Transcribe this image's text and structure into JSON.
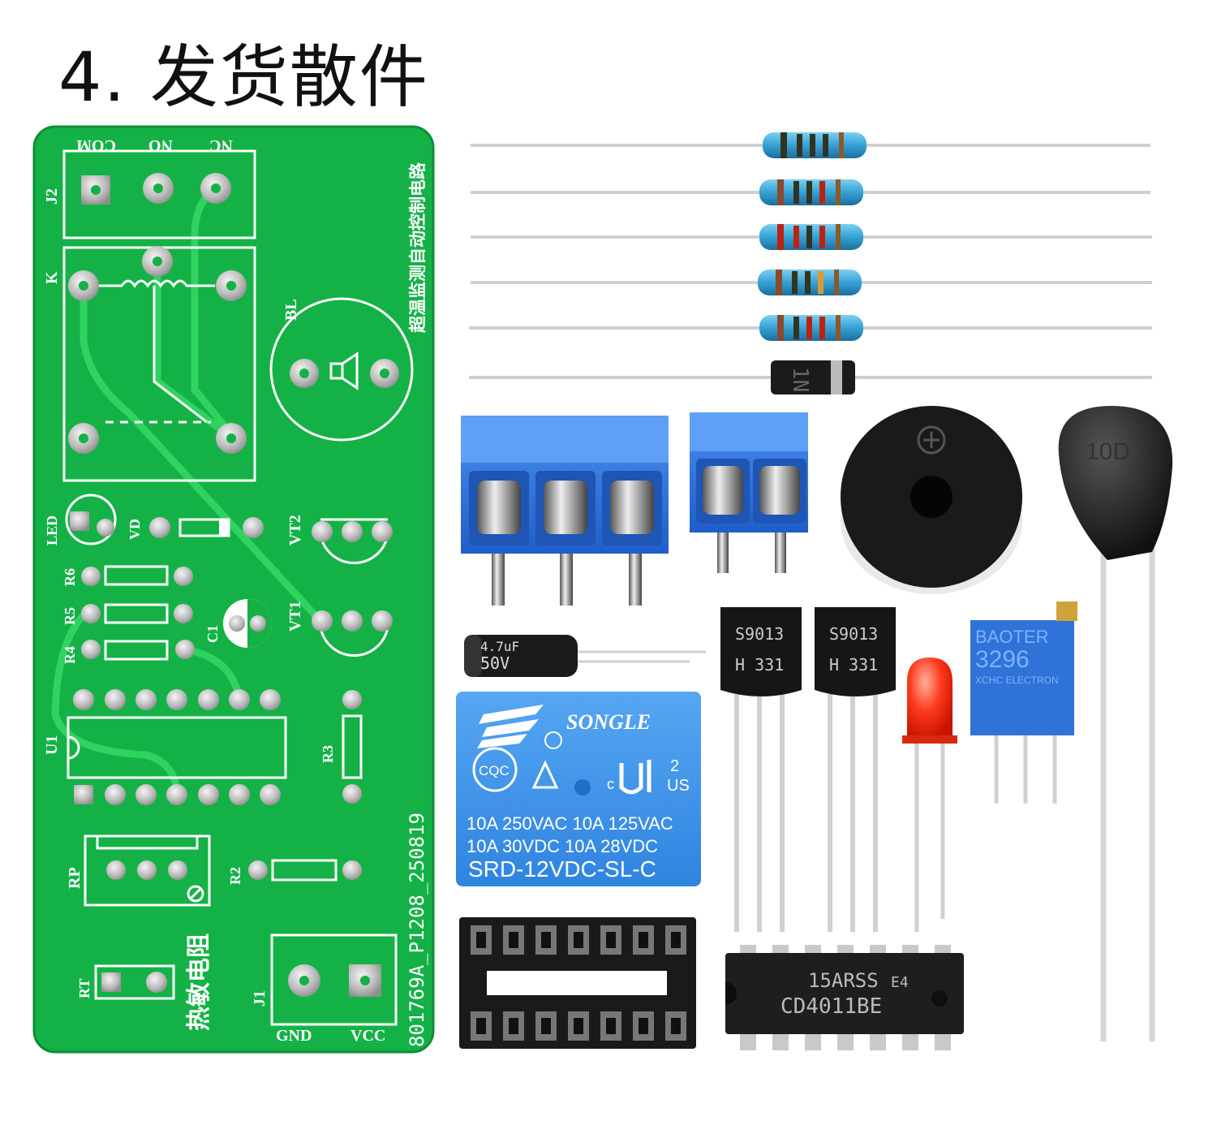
{
  "title": "4. 发货散件",
  "colors": {
    "pcb": "#14b246",
    "pcb_edge": "#0b8f33",
    "trace": "#2fd360",
    "silk": "#ffffff",
    "pad": "#c9c9c9",
    "terminal_blue": "#2f6fd8",
    "relay_blue": "#3b8fe6",
    "resistor_body": "#3aa6d8",
    "led_red": "#ff3a1e"
  },
  "pcb": {
    "j2_pins": [
      "COM",
      "NO",
      "NC"
    ],
    "j2_label": "J2",
    "relay_label": "K",
    "buzzer_label": "BL",
    "board_title": "超温监测自动控制电路",
    "led_label": "LED",
    "vd_label": "VD",
    "vt2_label": "VT2",
    "vt1_label": "VT1",
    "r6_label": "R6",
    "r5_label": "R5",
    "r4_label": "R4",
    "c1_label": "C1",
    "u1_label": "U1",
    "r3_label": "R3",
    "r2_label": "R2",
    "rp_label": "RP",
    "rt_label": "RT",
    "thermistor_label": "热敏电阻",
    "j1_label": "J1",
    "gnd_label": "GND",
    "vcc_label": "VCC",
    "part_number": "801769A_P1208_250819"
  },
  "components": {
    "diode_marking": "1N",
    "capacitor_marking_top": "4.7uF",
    "capacitor_marking_bottom": "50V",
    "relay_brand": "SONGLE",
    "relay_cert": "CQC",
    "relay_ul": "c",
    "relay_us": "US",
    "relay_ul_num": "2",
    "relay_rating_1": "10A 250VAC  10A 125VAC",
    "relay_rating_2": "10A  30VDC  10A  28VDC",
    "relay_model": "SRD-12VDC-SL-C",
    "transistor_1_line1": "S9013",
    "transistor_1_line2": "H 331",
    "transistor_2_line1": "S9013",
    "transistor_2_line2": "H 331",
    "pot_brand": "BAOTER",
    "pot_model": "3296",
    "pot_maker": "XCHC ELECTRON",
    "ic_line1": "15ARSS",
    "ic_line1_suffix": "E4",
    "ic_line2": "CD4011BE",
    "thermistor_marking": "10D"
  }
}
